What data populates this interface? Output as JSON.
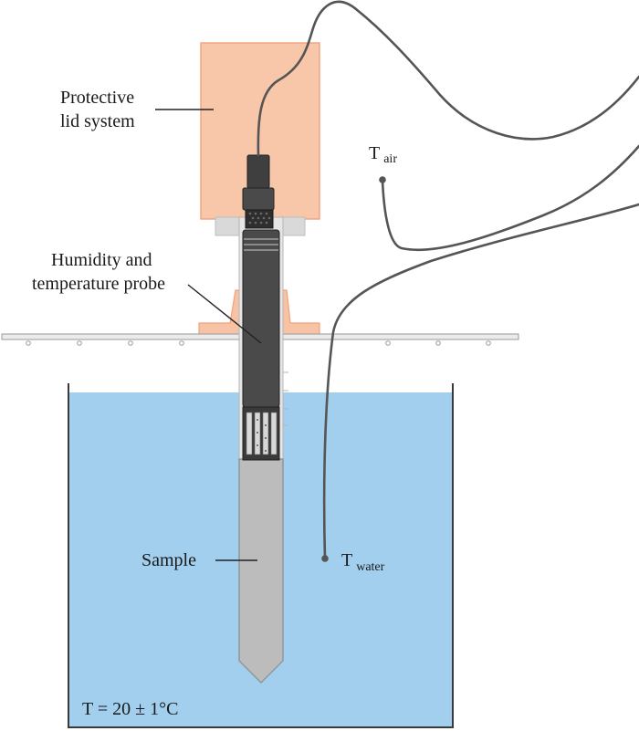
{
  "labels": {
    "lid_line1": "Protective",
    "lid_line2": "lid system",
    "probe_line1": "Humidity and",
    "probe_line2": "temperature probe",
    "sample": "Sample",
    "t_air_main": "T",
    "t_air_sub": "air",
    "t_water_main": "T",
    "t_water_sub": "water",
    "bath_temperature": "T = 20 ± 1°C"
  },
  "colors": {
    "water": "#a3cfee",
    "lid": "#f8c3a4",
    "lid_stroke": "#f0a27a",
    "probe": "#4a4a4a",
    "probe_dark": "#2b2b2b",
    "sample": "#bcbcbc",
    "cable": "#555555",
    "sleeve": "#e6e6e6",
    "leader": "#222222"
  }
}
